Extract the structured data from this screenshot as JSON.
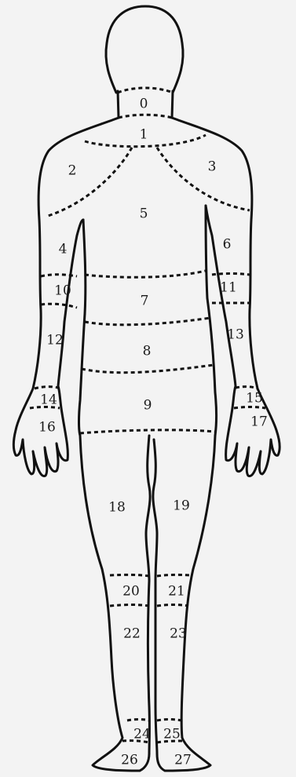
{
  "zones": [
    {
      "id": "zone-0",
      "label": "0"
    },
    {
      "id": "zone-1",
      "label": "1"
    },
    {
      "id": "zone-2",
      "label": "2"
    },
    {
      "id": "zone-3",
      "label": "3"
    },
    {
      "id": "zone-4",
      "label": "4"
    },
    {
      "id": "zone-5",
      "label": "5"
    },
    {
      "id": "zone-6",
      "label": "6"
    },
    {
      "id": "zone-7",
      "label": "7"
    },
    {
      "id": "zone-8",
      "label": "8"
    },
    {
      "id": "zone-9",
      "label": "9"
    },
    {
      "id": "zone-10",
      "label": "10"
    },
    {
      "id": "zone-11",
      "label": "11"
    },
    {
      "id": "zone-12",
      "label": "12"
    },
    {
      "id": "zone-13",
      "label": "13"
    },
    {
      "id": "zone-14",
      "label": "14"
    },
    {
      "id": "zone-15",
      "label": "15"
    },
    {
      "id": "zone-16",
      "label": "16"
    },
    {
      "id": "zone-17",
      "label": "17"
    },
    {
      "id": "zone-18",
      "label": "18"
    },
    {
      "id": "zone-19",
      "label": "19"
    },
    {
      "id": "zone-20",
      "label": "20"
    },
    {
      "id": "zone-21",
      "label": "21"
    },
    {
      "id": "zone-22",
      "label": "22"
    },
    {
      "id": "zone-23",
      "label": "23"
    },
    {
      "id": "zone-24",
      "label": "24"
    },
    {
      "id": "zone-25",
      "label": "25"
    },
    {
      "id": "zone-26",
      "label": "26"
    },
    {
      "id": "zone-27",
      "label": "27"
    }
  ]
}
